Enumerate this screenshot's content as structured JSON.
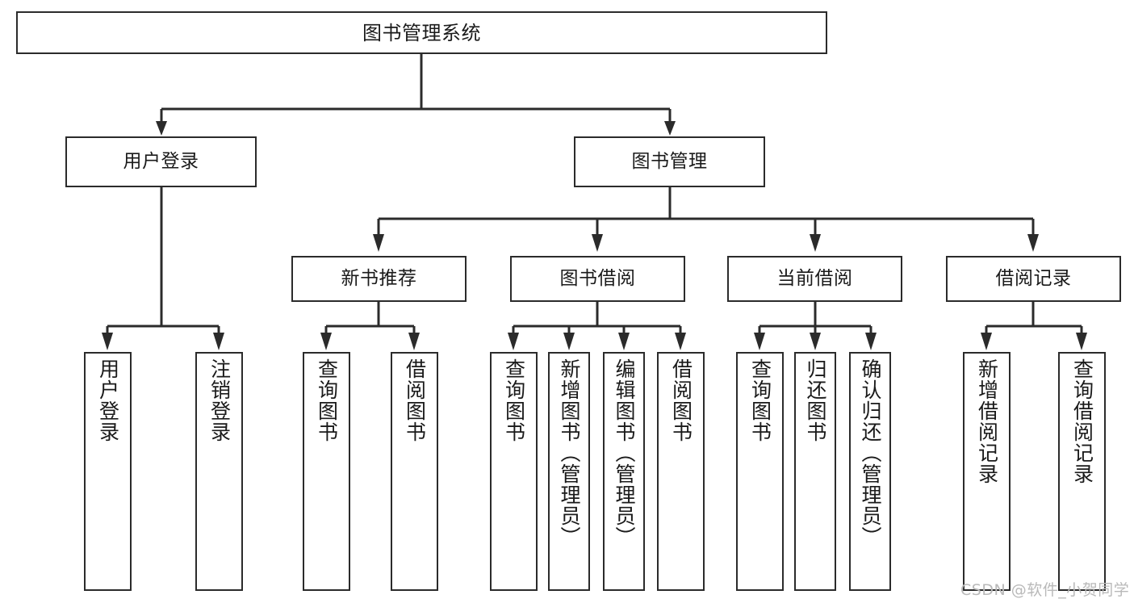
{
  "diagram": {
    "title": "图书管理系统",
    "type": "tree-functional-structure",
    "watermark": "CSDN @软件_小贺同学",
    "colors": {
      "stroke": "#2b2b2b",
      "fill": "#ffffff",
      "text": "#1a1a1a",
      "watermark": "#b9b9b9"
    }
  },
  "nodes": {
    "root": {
      "label": "图书管理系统"
    },
    "level2": [
      {
        "id": "user-login",
        "label": "用户登录"
      },
      {
        "id": "book-manage",
        "label": "图书管理"
      }
    ],
    "level3": [
      {
        "id": "new-book-rec",
        "label": "新书推荐"
      },
      {
        "id": "book-borrow",
        "label": "图书借阅"
      },
      {
        "id": "current-borrow",
        "label": "当前借阅"
      },
      {
        "id": "borrow-record",
        "label": "借阅记录"
      }
    ],
    "leaves": {
      "user-login": [
        {
          "id": "leaf-user-login",
          "label": "用户登录"
        },
        {
          "id": "leaf-logout",
          "label": "注销登录"
        }
      ],
      "new-book-rec": [
        {
          "id": "leaf-query-book-1",
          "label": "查询图书"
        },
        {
          "id": "leaf-borrow-book-1",
          "label": "借阅图书"
        }
      ],
      "book-borrow": [
        {
          "id": "leaf-query-book-2",
          "label": "查询图书"
        },
        {
          "id": "leaf-add-book",
          "label": "新增图书（管理员）"
        },
        {
          "id": "leaf-edit-book",
          "label": "编辑图书（管理员）"
        },
        {
          "id": "leaf-borrow-book-2",
          "label": "借阅图书"
        }
      ],
      "current-borrow": [
        {
          "id": "leaf-query-book-3",
          "label": "查询图书"
        },
        {
          "id": "leaf-return-book",
          "label": "归还图书"
        },
        {
          "id": "leaf-confirm-return",
          "label": "确认归还（管理员）"
        }
      ],
      "borrow-record": [
        {
          "id": "leaf-add-record",
          "label": "新增借阅记录"
        },
        {
          "id": "leaf-query-record",
          "label": "查询借阅记录"
        }
      ]
    }
  }
}
